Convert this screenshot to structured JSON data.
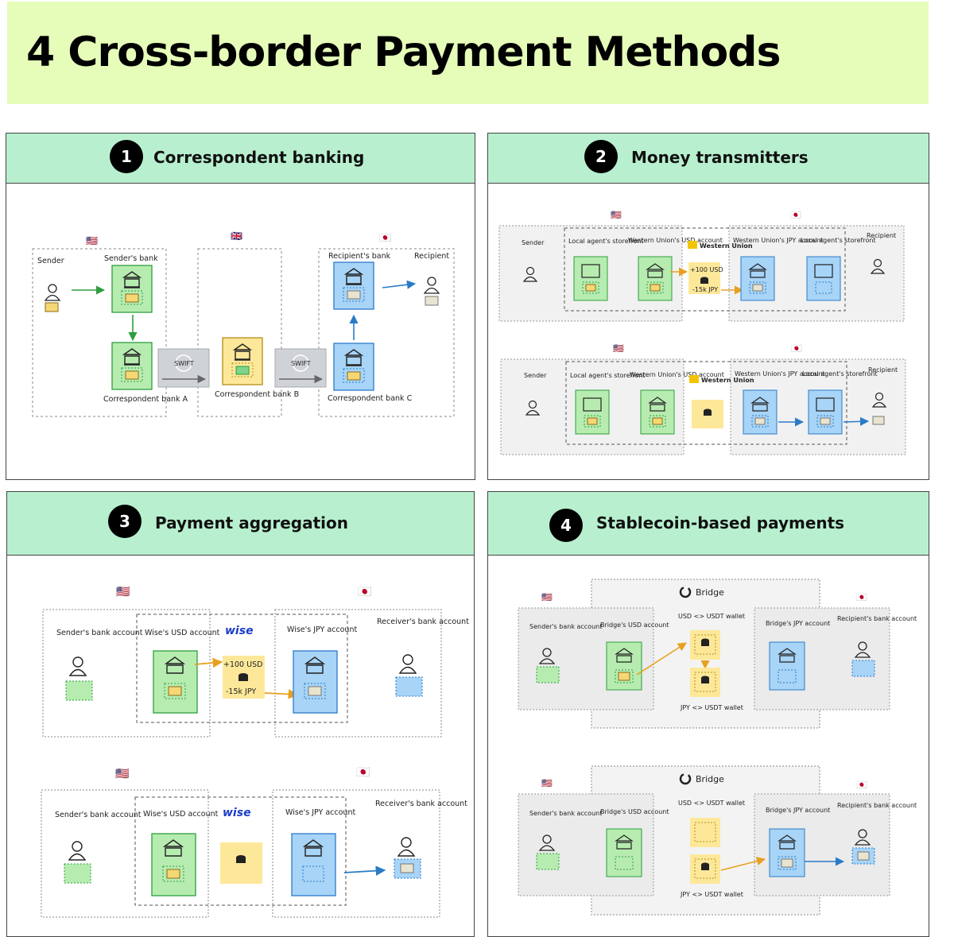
{
  "title": "4 Cross-border Payment Methods",
  "colors": {
    "title_band": "#e6fcb9",
    "panel_header": "#b8f0cf",
    "green": "#b7ecb0",
    "blue": "#a7d4f7",
    "yellow": "#fde89a",
    "gray": "#f1f1f1"
  },
  "flags": {
    "us": "🇺🇸",
    "uk": "🇬🇧",
    "jp": "🇯🇵"
  },
  "panels": [
    {
      "number": "1",
      "title": "Correspondent banking",
      "labels": {
        "sender": "Sender",
        "senders_bank": "Sender's bank",
        "correspondent_a": "Correspondent bank A",
        "correspondent_b": "Correspondent bank B",
        "correspondent_c": "Correspondent bank C",
        "recipients_bank": "Recipient's bank",
        "recipient": "Recipient",
        "swift": "SWIFT"
      }
    },
    {
      "number": "2",
      "title": "Money transmitters",
      "labels": {
        "sender": "Sender",
        "local_agent": "Local agent's storefront",
        "wu_usd": "Western Union's USD account",
        "wu_jpy": "Western Union's JPY account",
        "recipient": "Recipient",
        "wu_brand": "Western Union",
        "plus_usd": "+100 USD",
        "minus_jpy": "-15k JPY"
      }
    },
    {
      "number": "3",
      "title": "Payment aggregation",
      "labels": {
        "sender_bank": "Sender's bank account",
        "wise_usd": "Wise's USD account",
        "wise_jpy": "Wise's JPY account",
        "receiver_bank": "Receiver's bank account",
        "wise_brand": "wise",
        "plus_usd": "+100 USD",
        "minus_jpy": "-15k JPY"
      }
    },
    {
      "number": "4",
      "title": "Stablecoin-based payments",
      "labels": {
        "bridge": "Bridge",
        "sender_bank": "Sender's bank account",
        "bridge_usd": "Bridge's USD account",
        "usd_usdt": "USD <> USDT wallet",
        "jpy_usdt": "JPY <> USDT wallet",
        "bridge_jpy": "Bridge's JPY account",
        "recipient_bank": "Recipient's bank account"
      }
    }
  ]
}
